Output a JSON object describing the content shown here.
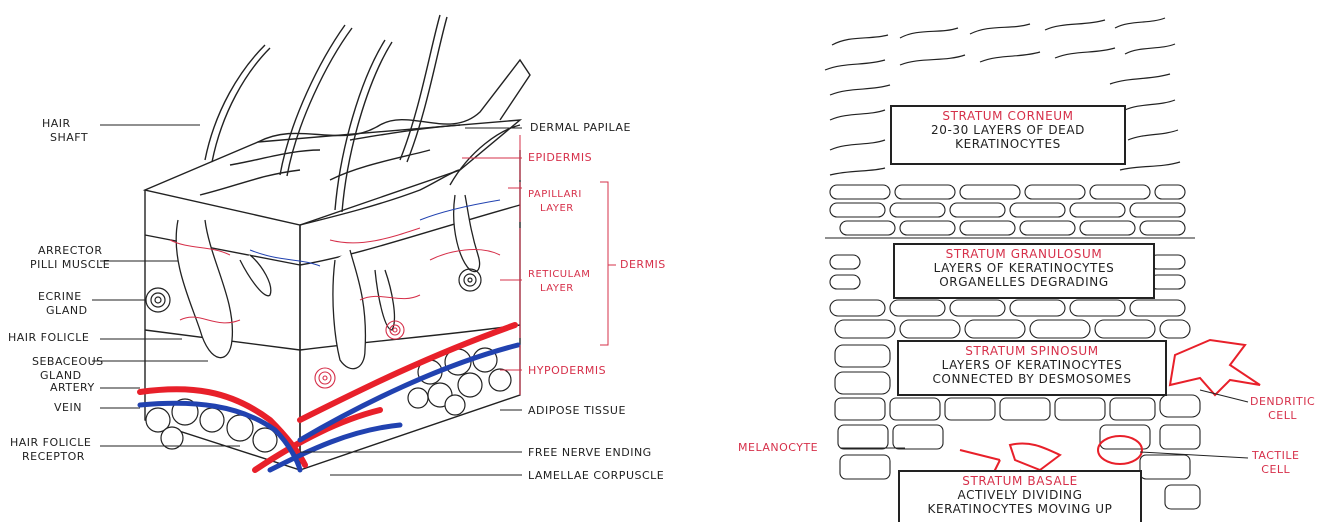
{
  "left_panel": {
    "labels": {
      "hair_shaft": [
        "HAIR",
        "SHAFT"
      ],
      "arrector": [
        "ARRECTOR",
        "PILLI MUSCLE"
      ],
      "ecrine": [
        "ECRINE",
        "GLAND"
      ],
      "hair_folicle": "HAIR FOLICLE",
      "sebaceous": [
        "SEBACEOUS",
        "GLAND"
      ],
      "artery": "ARTERY",
      "vein": "VEIN",
      "receptor": [
        "HAIR FOLICLE",
        "RECEPTOR"
      ],
      "dermal_papilae": "DERMAL PAPILAE",
      "epidermis": "EPIDERMIS",
      "papillari": [
        "PAPILLARI",
        "LAYER"
      ],
      "reticular": [
        "RETICULAM",
        "LAYER"
      ],
      "dermis": "DERMIS",
      "hypodermis": "HYPODERMIS",
      "adipose": "ADIPOSE TISSUE",
      "free_nerve": "FREE NERVE ENDING",
      "lamellae": "LAMELLAE CORPUSCLE"
    }
  },
  "right_panel": {
    "layers": [
      {
        "title": "STRATUM CORNEUM",
        "lines": [
          "20-30 LAYERS OF DEAD",
          "KERATINOCYTES"
        ]
      },
      {
        "title": "STRATUM GRANULOSUM",
        "lines": [
          "LAYERS OF KERATINOCYTES",
          "ORGANELLES DEGRADING"
        ]
      },
      {
        "title": "STRATUM SPINOSUM",
        "lines": [
          "LAYERS OF KERATINOCYTES",
          "CONNECTED BY DESMOSOMES"
        ]
      },
      {
        "title": "STRATUM BASALE",
        "lines": [
          "ACTIVELY DIVIDING",
          "KERATINOCYTES MOVING UP"
        ]
      }
    ],
    "cells": {
      "dendritic": [
        "DENDRITIC",
        "CELL"
      ],
      "melanocyte": "MELANOCYTE",
      "tactile": [
        "TACTILE",
        "CELL"
      ]
    }
  },
  "colors": {
    "ink": "#222222",
    "artery": "#e8202a",
    "vein": "#2142b0",
    "label_red": "#d6304a"
  }
}
